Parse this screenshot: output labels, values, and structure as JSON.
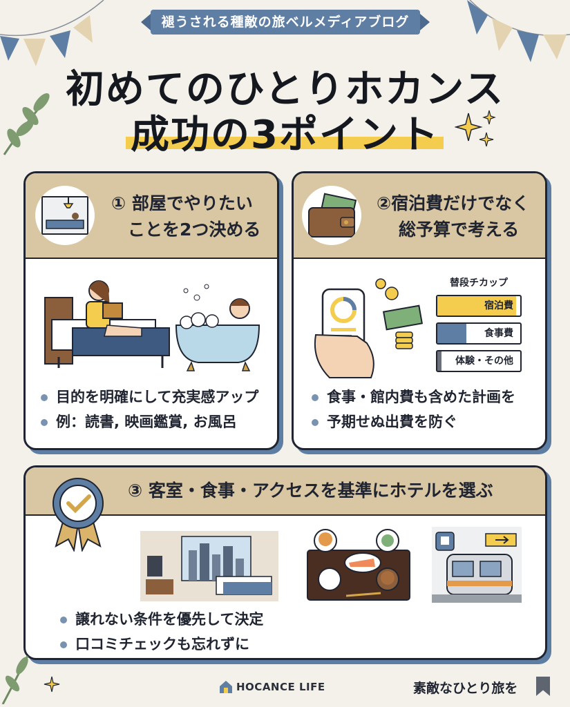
{
  "banner": "褪うされる種敵の旅ベルメディアブログ",
  "title": {
    "line1": "初めてのひとりホカンス",
    "line2": "成功の3ポイント"
  },
  "cards": [
    {
      "title_line1": "① 部屋でやりたい",
      "title_line2": "ことを2つ決める",
      "bullets": [
        "目的を明確にして充実感アップ",
        "例：読書, 映画鑑賞, お風呂"
      ]
    },
    {
      "title_line1": "②宿泊費だけでなく",
      "title_line2": "総予算で考える",
      "budget": {
        "label": "替段チカップ",
        "items": [
          {
            "label": "宿泊費",
            "color": "#f5cd4e",
            "fill": 0.95
          },
          {
            "label": "食事費",
            "color": "#5e7ea3",
            "fill": 0.35
          },
          {
            "label": "体験・その他",
            "color": "#6b6f78",
            "fill": 0.05
          }
        ]
      },
      "bullets": [
        "食事・館内費も含めた計画を",
        "予期せぬ出費を防ぐ"
      ]
    },
    {
      "title": "③ 客室・食事・アクセスを基準にホテルを選ぶ",
      "bullets": [
        "譲れない条件を優先して決定",
        "口コミチェックも忘れずに"
      ]
    }
  ],
  "footer": {
    "logo": "HOCANCE LIFE",
    "tagline": "素敵なひとり旅を"
  },
  "colors": {
    "background": "#f3f1ea",
    "accent_blue": "#5e7ea3",
    "accent_yellow": "#f5cd4e",
    "card_header": "#d9c6a2"
  }
}
